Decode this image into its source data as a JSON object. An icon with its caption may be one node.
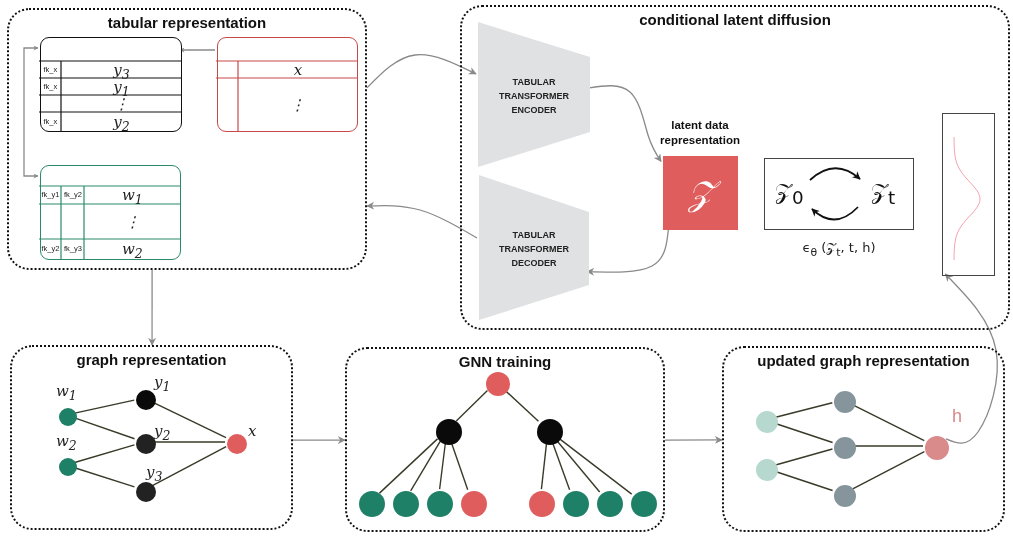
{
  "diagram": {
    "nodes": [
      {
        "text": [
          "tabular representation"
        ]
      },
      {
        "text": [
          "fk_x",
          "y$_{3}$",
          "fk_x",
          "y$_{1}$",
          "⋮",
          "fk_x",
          "y$_{2}$"
        ],
        "in": 0
      },
      {
        "text": [
          "x",
          "⋮"
        ],
        "in": 0
      },
      {
        "text": [
          "fk_y1",
          "fk_y2",
          "w$_{1}$",
          "⋮",
          "fk_y2",
          "fk_y3",
          "w$_{2}$"
        ],
        "in": 0
      },
      {
        "text": [
          "conditional latent diffusion"
        ]
      },
      {
        "text": [
          "TABULAR TRANSFORMER ENCODER"
        ],
        "in": 4
      },
      {
        "text": [
          "TABULAR TRANSFORMER DECODER"
        ],
        "in": 4
      },
      {
        "text": [
          "𝒵"
        ],
        "beside": [
          "latent data representation"
        ],
        "in": 4
      },
      {
        "text": [
          "𝒵$_{0}$",
          "𝒵$_{t}$"
        ],
        "beside": [
          "ϵ$_{θ}$ (𝒵$_{t}$, t, h)"
        ],
        "in": 4
      },
      {
        "text": [],
        "shape": "box",
        "in": 4
      },
      {
        "text": [
          "graph representation"
        ]
      },
      {
        "text": [],
        "shape": "circle",
        "beside": [
          "w$_{1}$"
        ],
        "in": 10
      },
      {
        "text": [],
        "shape": "circle",
        "beside": [
          "w$_{2}$"
        ],
        "in": 10
      },
      {
        "text": [],
        "shape": "circle",
        "beside": [
          "y$_{1}$"
        ],
        "in": 10
      },
      {
        "text": [],
        "shape": "circle",
        "beside": [
          "y$_{2}$"
        ],
        "in": 10
      },
      {
        "text": [],
        "shape": "circle",
        "beside": [
          "y$_{3}$"
        ],
        "in": 10
      },
      {
        "text": [],
        "shape": "circle",
        "beside": [
          "x"
        ],
        "in": 10
      },
      {
        "text": [
          "GNN training"
        ]
      },
      {
        "text": [],
        "shape": "circle",
        "in": 17
      },
      {
        "text": [],
        "shape": "circle",
        "in": 17
      },
      {
        "text": [],
        "shape": "circle",
        "in": 17
      },
      {
        "text": [],
        "shape": "circle",
        "in": 17
      },
      {
        "text": [],
        "shape": "circle",
        "in": 17
      },
      {
        "text": [],
        "shape": "circle",
        "in": 17
      },
      {
        "text": [],
        "shape": "circle",
        "in": 17
      },
      {
        "text": [],
        "shape": "circle",
        "in": 17
      },
      {
        "text": [],
        "shape": "circle",
        "in": 17
      },
      {
        "text": [],
        "shape": "circle",
        "in": 17
      },
      {
        "text": [],
        "shape": "circle",
        "in": 17
      },
      {
        "text": [
          "updated graph representation"
        ]
      },
      {
        "text": [],
        "shape": "circle",
        "in": 29
      },
      {
        "text": [],
        "shape": "circle",
        "in": 29
      },
      {
        "text": [],
        "shape": "circle",
        "in": 29
      },
      {
        "text": [],
        "shape": "circle",
        "in": 29
      },
      {
        "text": [],
        "shape": "circle",
        "in": 29
      },
      {
        "text": [],
        "shape": "circle",
        "beside": [
          "h"
        ],
        "in": 29
      }
    ],
    "edges": [
      {
        "from": 2,
        "to": 1,
        "arrow": "to",
        "color": "#8a8a8a"
      },
      {
        "from": 1,
        "to": 3,
        "arrow": "both",
        "color": "#8a8a8a"
      },
      {
        "from": 0,
        "to": 5,
        "arrow": "to",
        "color": "#8a8a8a"
      },
      {
        "from": 5,
        "to": 7,
        "arrow": "to",
        "color": "#8a8a8a"
      },
      {
        "from": 7,
        "to": 6,
        "arrow": "to",
        "color": "#8a8a8a"
      },
      {
        "from": 6,
        "to": 0,
        "arrow": "to",
        "color": "#8a8a8a"
      },
      {
        "from": 0,
        "to": 10,
        "arrow": "to",
        "color": "#8a8a8a"
      },
      {
        "from": 10,
        "to": 17,
        "arrow": "to",
        "color": "#8a8a8a"
      },
      {
        "from": 17,
        "to": 29,
        "arrow": "to",
        "color": "#8a8a8a"
      },
      {
        "from": 35,
        "to": 9,
        "arrow": "to",
        "color": "#8a8a8a"
      },
      {
        "from": 11,
        "to": 13,
        "arrow": "none"
      },
      {
        "from": 11,
        "to": 14,
        "arrow": "none"
      },
      {
        "from": 12,
        "to": 14,
        "arrow": "none"
      },
      {
        "from": 12,
        "to": 15,
        "arrow": "none"
      },
      {
        "from": 13,
        "to": 16,
        "arrow": "none"
      },
      {
        "from": 14,
        "to": 16,
        "arrow": "none"
      },
      {
        "from": 15,
        "to": 16,
        "arrow": "none"
      },
      {
        "from": 18,
        "to": 19,
        "arrow": "none"
      },
      {
        "from": 18,
        "to": 20,
        "arrow": "none"
      },
      {
        "from": 19,
        "to": 21,
        "arrow": "none"
      },
      {
        "from": 19,
        "to": 22,
        "arrow": "none"
      },
      {
        "from": 19,
        "to": 23,
        "arrow": "none"
      },
      {
        "from": 19,
        "to": 24,
        "arrow": "none"
      },
      {
        "from": 20,
        "to": 25,
        "arrow": "none"
      },
      {
        "from": 20,
        "to": 26,
        "arrow": "none"
      },
      {
        "from": 20,
        "to": 27,
        "arrow": "none"
      },
      {
        "from": 20,
        "to": 28,
        "arrow": "none"
      },
      {
        "from": 30,
        "to": 32,
        "arrow": "none"
      },
      {
        "from": 30,
        "to": 33,
        "arrow": "none"
      },
      {
        "from": 31,
        "to": 33,
        "arrow": "none"
      },
      {
        "from": 31,
        "to": 34,
        "arrow": "none"
      },
      {
        "from": 32,
        "to": 35,
        "arrow": "none"
      },
      {
        "from": 33,
        "to": 35,
        "arrow": "none"
      },
      {
        "from": 34,
        "to": 35,
        "arrow": "none"
      }
    ]
  }
}
